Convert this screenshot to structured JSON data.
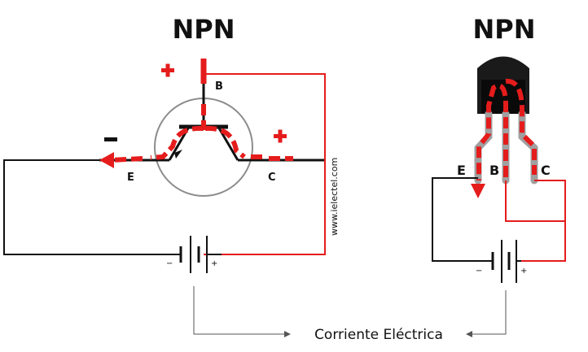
{
  "left_diagram": {
    "title": "NPN",
    "pins": {
      "base": "B",
      "emitter": "E",
      "collector": "C"
    },
    "plus_symbol": "+",
    "minus_symbol": "-",
    "battery_minus": "−",
    "battery_plus": "+"
  },
  "right_diagram": {
    "title": "NPN",
    "pins": {
      "emitter": "E",
      "base": "B",
      "collector": "C"
    },
    "battery_minus": "−",
    "battery_plus": "+"
  },
  "watermark": "www.ielectel.com",
  "caption": "Corriente Eléctrica",
  "colors": {
    "wire": "#111111",
    "current": "#e51c1c",
    "body": "#1a1a1a",
    "leg": "#a0a0a0",
    "circle": "#8c8c8c"
  }
}
